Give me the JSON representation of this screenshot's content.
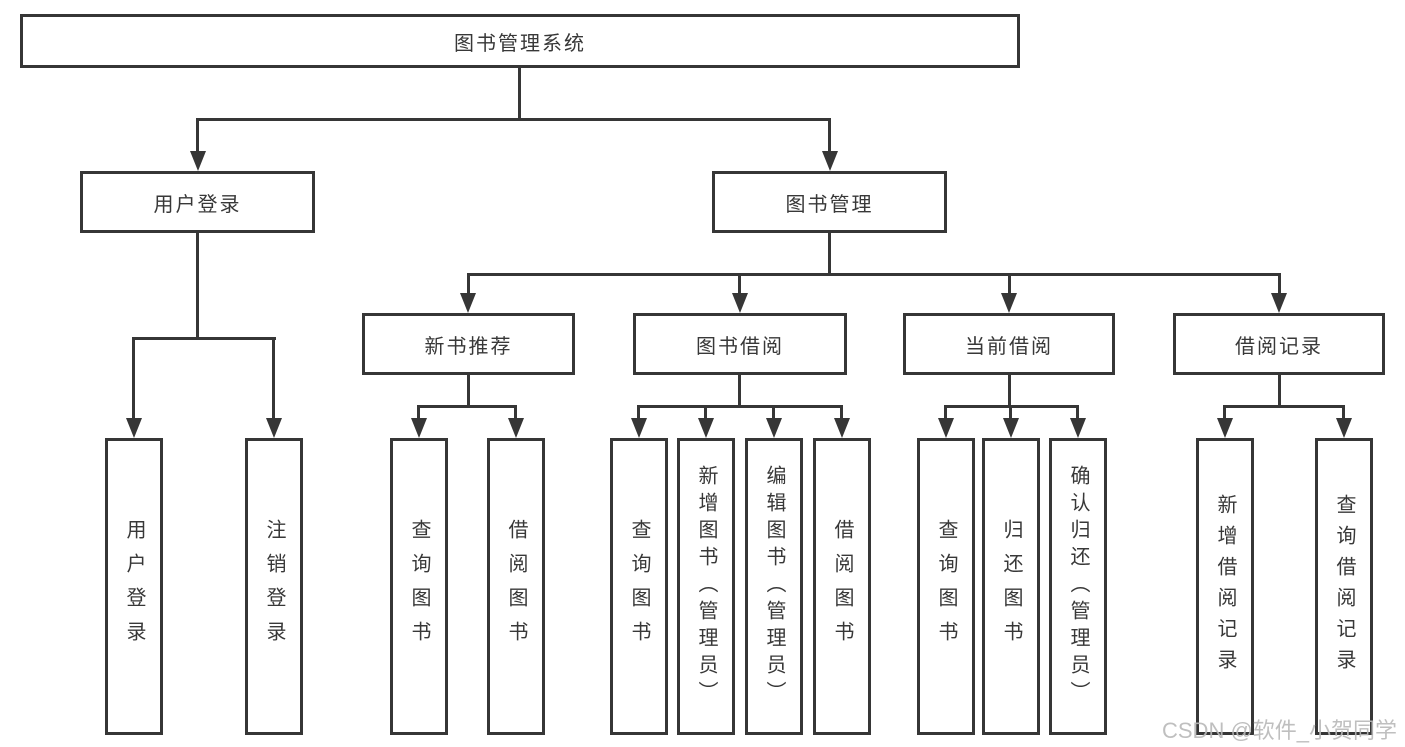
{
  "colors": {
    "line": "#363636",
    "box_border": "#363636",
    "text": "#383838",
    "background": "#ffffff",
    "watermark": "#b9b9b9"
  },
  "tree": {
    "root": {
      "label": "图书管理系统"
    },
    "branches": [
      {
        "label": "用户登录",
        "children": [
          {
            "label": "用户登录"
          },
          {
            "label": "注销登录"
          }
        ]
      },
      {
        "label": "图书管理",
        "children": [
          {
            "label": "新书推荐",
            "children": [
              {
                "label": "查询图书"
              },
              {
                "label": "借阅图书"
              }
            ]
          },
          {
            "label": "图书借阅",
            "children": [
              {
                "label": "查询图书"
              },
              {
                "label": "新增图书（管理员）"
              },
              {
                "label": "编辑图书（管理员）"
              },
              {
                "label": "借阅图书"
              }
            ]
          },
          {
            "label": "当前借阅",
            "children": [
              {
                "label": "查询图书"
              },
              {
                "label": "归还图书"
              },
              {
                "label": "确认归还（管理员）"
              }
            ]
          },
          {
            "label": "借阅记录",
            "children": [
              {
                "label": "新增借阅记录"
              },
              {
                "label": "查询借阅记录"
              }
            ]
          }
        ]
      }
    ]
  },
  "watermark": {
    "label": "CSDN @软件_小贺同学"
  }
}
